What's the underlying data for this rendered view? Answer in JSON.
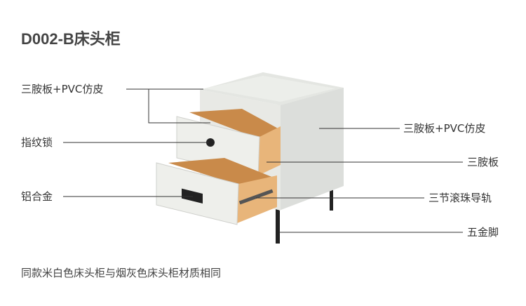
{
  "title": "D002-B床头柜",
  "labels": {
    "left_top": "三胺板+PVC仿皮",
    "fingerprint_lock": "指纹锁",
    "aluminum": "铝合金",
    "right_top": "三胺板+PVC仿皮",
    "melamine": "三胺板",
    "slide_rail": "三节滚珠导轨",
    "legs": "五金脚"
  },
  "note": "同款米白色床头柜与烟灰色床头柜材质相同"
}
